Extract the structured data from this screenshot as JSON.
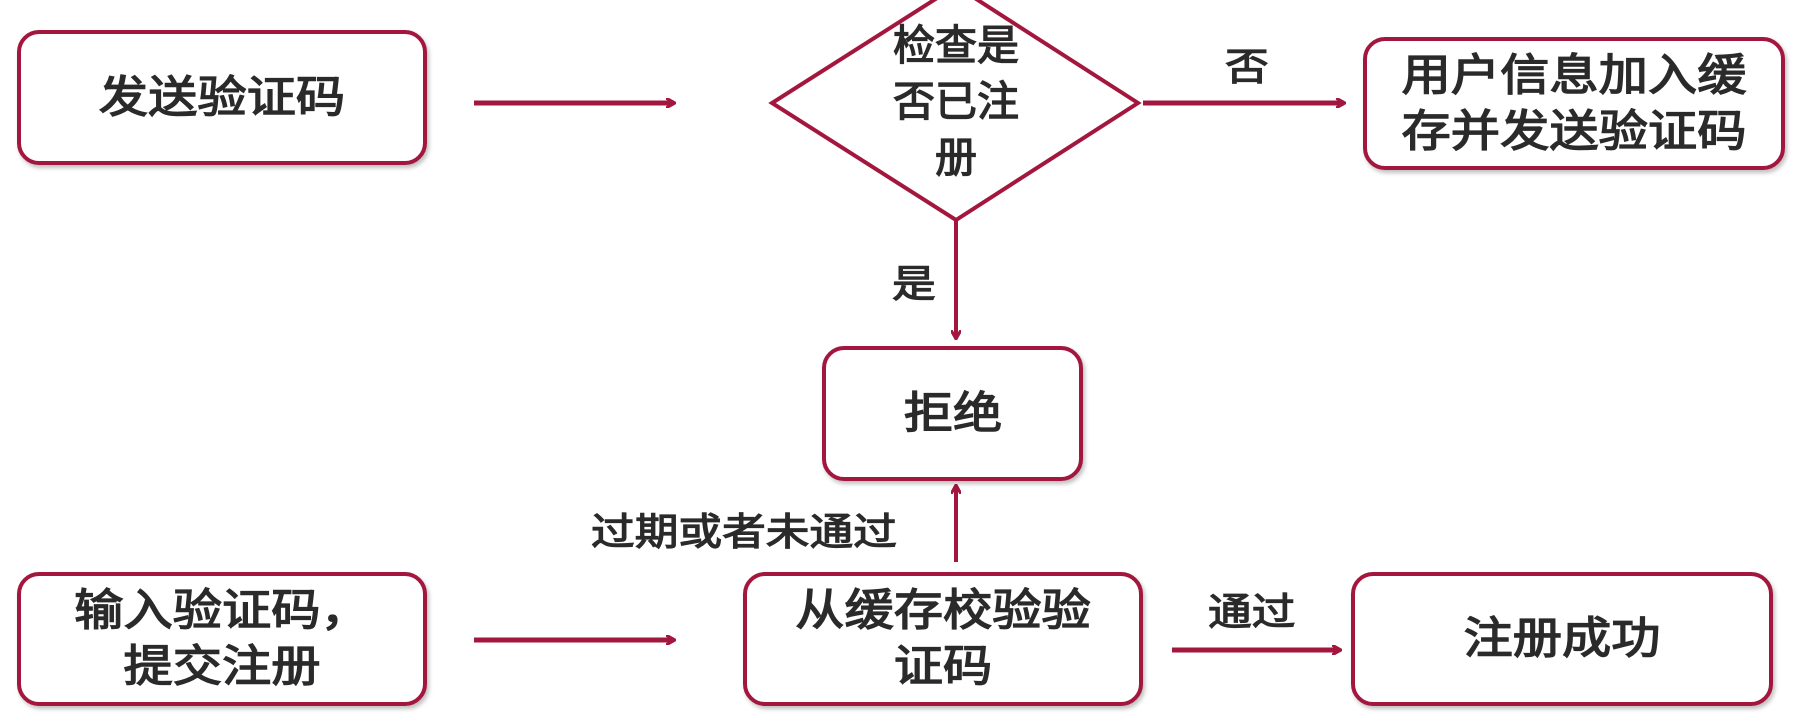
{
  "nodes": {
    "send_code": "发送验证码",
    "check_registered": "检查是否已注册",
    "check_registered_lines": [
      "检查是",
      "否已注",
      "册"
    ],
    "cache_and_send": [
      "用户信息加入缓",
      "存并发送验证码"
    ],
    "reject": "拒绝",
    "input_code": [
      "输入验证码，",
      "提交注册"
    ],
    "verify_cache": [
      "从缓存校验验",
      "证码"
    ],
    "register_success": "注册成功"
  },
  "edges": {
    "no": "否",
    "yes": "是",
    "expired_or_failed": "过期或者未通过",
    "passed": "通过"
  },
  "colors": {
    "accent": "#a3173f",
    "text": "#2a2a2a"
  }
}
